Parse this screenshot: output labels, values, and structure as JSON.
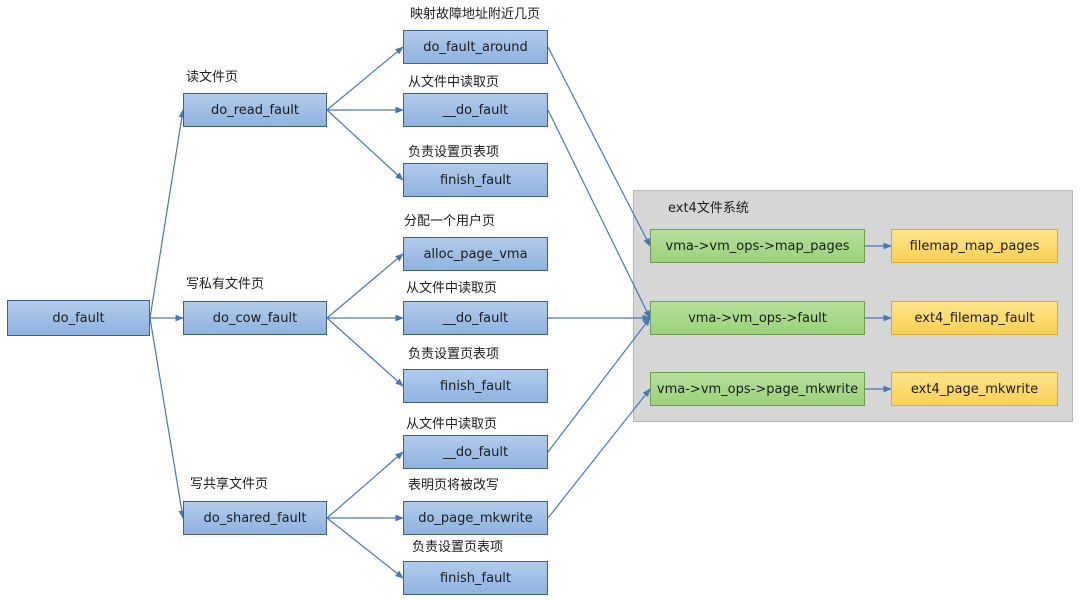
{
  "nodes": {
    "do_fault": "do_fault",
    "do_read_fault": "do_read_fault",
    "do_cow_fault": "do_cow_fault",
    "do_shared_fault": "do_shared_fault",
    "read_do_fault_around": "do_fault_around",
    "read__do_fault": "__do_fault",
    "read_finish_fault": "finish_fault",
    "cow_alloc_page_vma": "alloc_page_vma",
    "cow__do_fault": "__do_fault",
    "cow_finish_fault": "finish_fault",
    "shared__do_fault": "__do_fault",
    "shared_do_page_mkwrite": "do_page_mkwrite",
    "shared_finish_fault": "finish_fault",
    "vm_ops_map_pages": "vma->vm_ops->map_pages",
    "vm_ops_fault": "vma->vm_ops->fault",
    "vm_ops_page_mkwrite": "vma->vm_ops->page_mkwrite",
    "filemap_map_pages": "filemap_map_pages",
    "ext4_filemap_fault": "ext4_filemap_fault",
    "ext4_page_mkwrite": "ext4_page_mkwrite"
  },
  "labels": {
    "read_file_page": "读文件页",
    "write_private_file_page": "写私有文件页",
    "write_shared_file_page": "写共享文件页",
    "map_nearby_pages": "映射故障地址附近几页",
    "read_page_from_file_1": "从文件中读取页",
    "set_page_table_1": "负责设置页表项",
    "alloc_user_page": "分配一个用户页",
    "read_page_from_file_2": "从文件中读取页",
    "set_page_table_2": "负责设置页表项",
    "read_page_from_file_3": "从文件中读取页",
    "page_will_be_written": "表明页将被改写",
    "set_page_table_3": "负责设置页表项",
    "ext4_group": "ext4文件系统"
  },
  "colors": {
    "arrow": "#4a76b8",
    "blue_fill": "#9ebde6",
    "green_fill": "#a6d785",
    "orange_fill": "#fbd760",
    "group_bg": "#d6d6d6"
  }
}
